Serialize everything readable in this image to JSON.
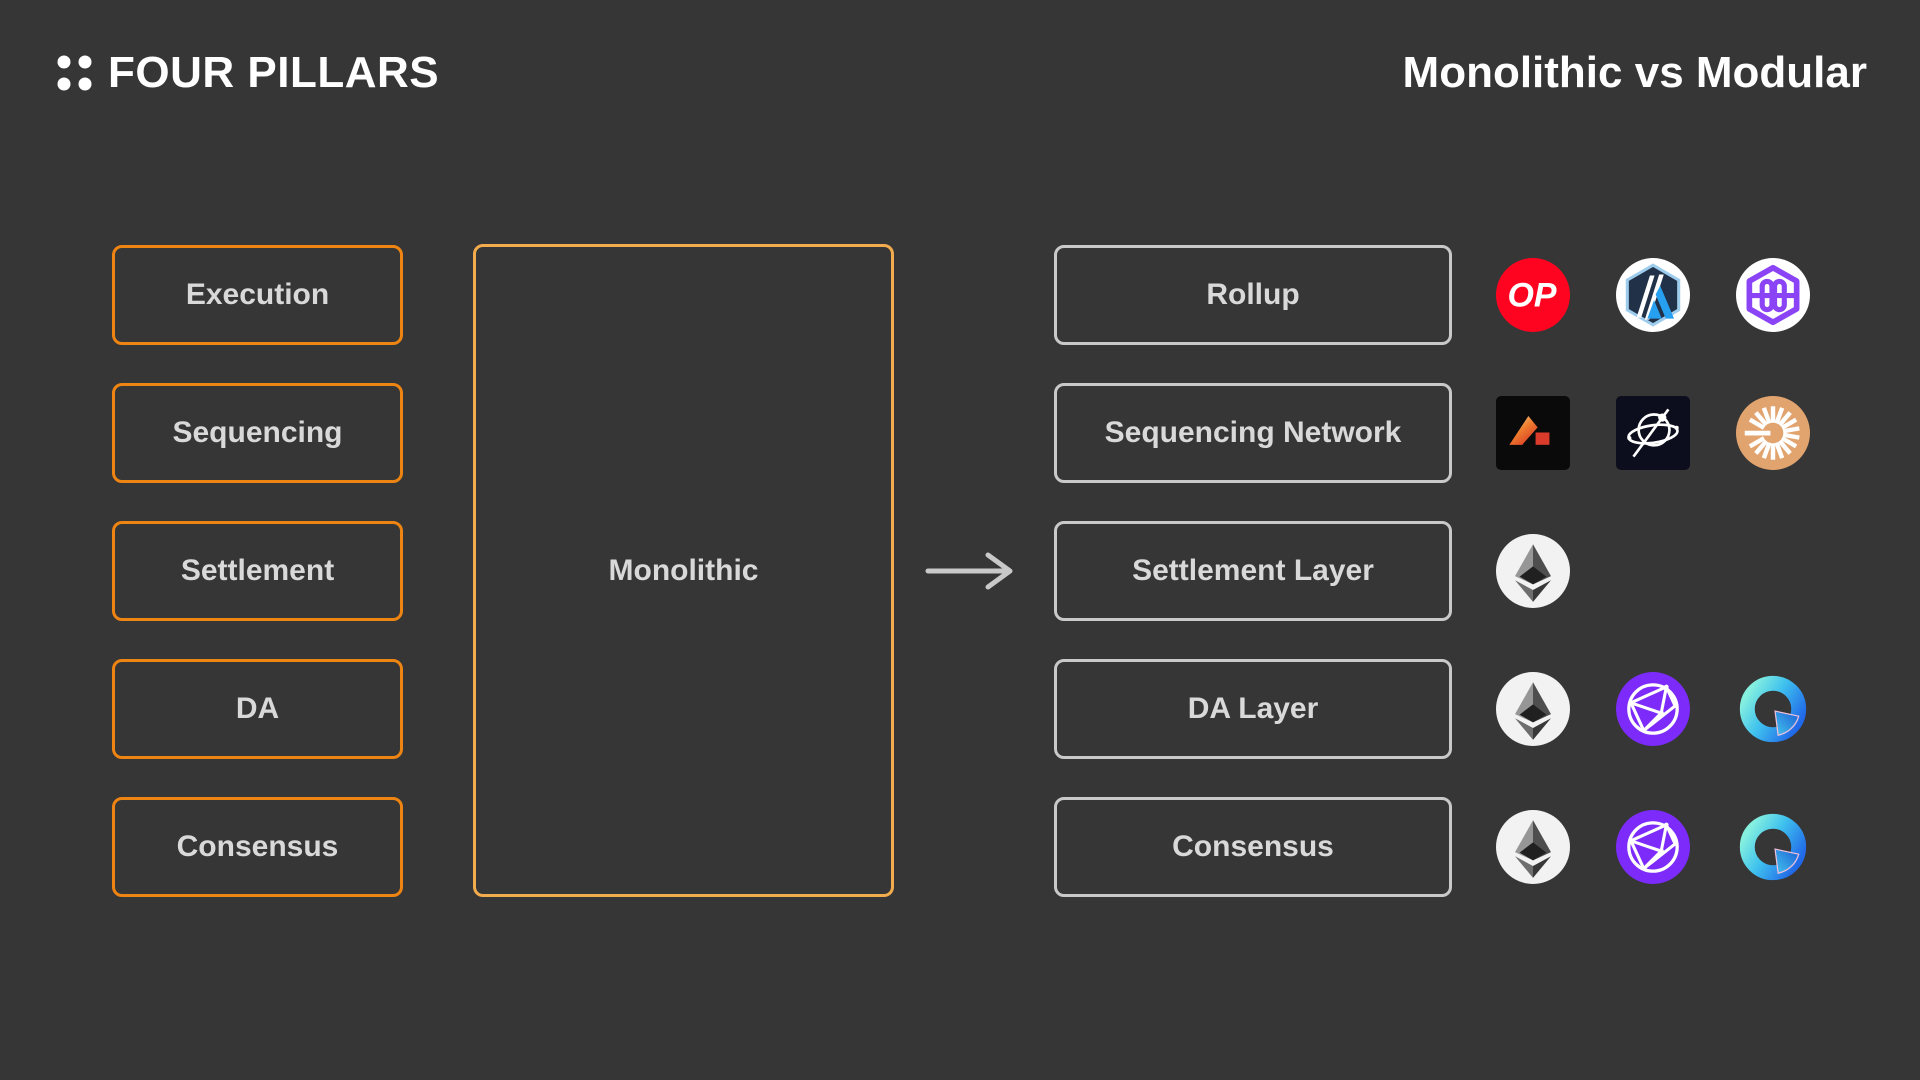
{
  "header": {
    "brand": "FOUR PILLARS",
    "title": "Monolithic vs Modular"
  },
  "monolithic": {
    "label": "Monolithic"
  },
  "pillars": [
    "Execution",
    "Sequencing",
    "Settlement",
    "DA",
    "Consensus"
  ],
  "modular_rows": [
    {
      "label": "Rollup",
      "logos": [
        "optimism",
        "arbitrum",
        "hexagon-knot"
      ]
    },
    {
      "label": "Sequencing Network",
      "logos": [
        "astria",
        "espresso",
        "radius"
      ]
    },
    {
      "label": "Settlement Layer",
      "logos": [
        "ethereum"
      ]
    },
    {
      "label": "DA Layer",
      "logos": [
        "ethereum",
        "celestia",
        "avail"
      ]
    },
    {
      "label": "Consensus",
      "logos": [
        "ethereum",
        "celestia",
        "avail"
      ]
    }
  ],
  "colors": {
    "background": "#363636",
    "pillar_border": "#EE8412",
    "monolithic_border": "#F2AC4D",
    "modular_border": "#C9C9C9",
    "box_text": "#D9D9D9",
    "heading_text": "#FFFFFF",
    "arrow": "#C9C9C9",
    "optimism_red": "#FF0420",
    "arbitrum_navy": "#213147",
    "arbitrum_blue": "#28A0F0",
    "hexagon_knot_purple": "#8A43F5",
    "astria_orange": "#EE7E2E",
    "espresso_navy": "#0C0E1D",
    "radius_tan": "#E2A46F",
    "ethereum_gray": "#6E6E6E",
    "celestia_purple": "#7C2BFA",
    "avail_blue": "#2169E8"
  }
}
